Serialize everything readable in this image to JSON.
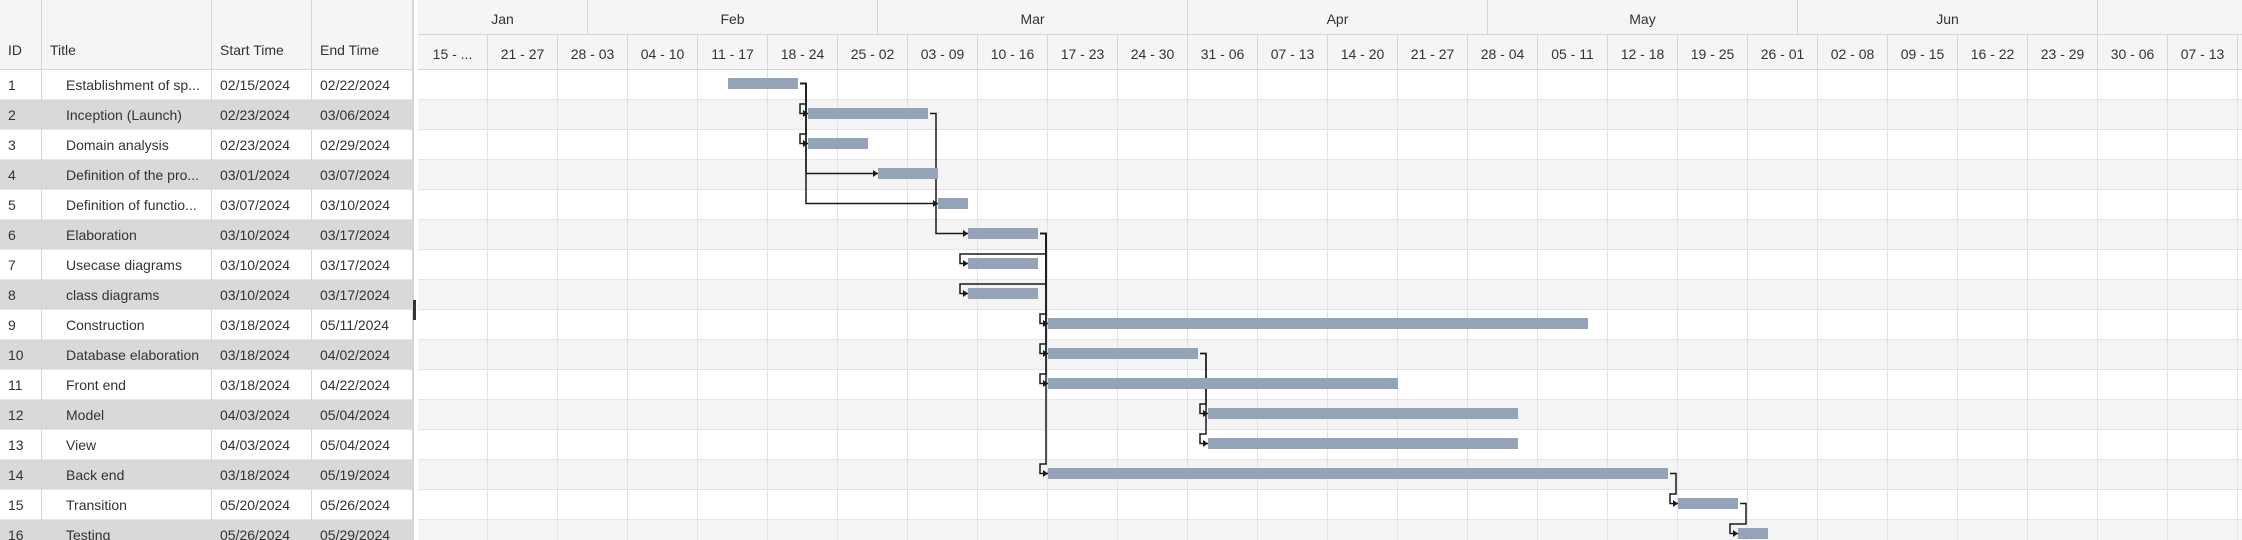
{
  "grid": {
    "columns": {
      "id": "ID",
      "title": "Title",
      "start": "Start Time",
      "end": "End Time"
    }
  },
  "months": [
    "Jan",
    "Feb",
    "Mar",
    "Apr",
    "May",
    "Jun"
  ],
  "weeks": [
    "15 - ...",
    "21 - 27",
    "28 - 03",
    "04 - 10",
    "11 - 17",
    "18 - 24",
    "25 - 02",
    "03 - 09",
    "10 - 16",
    "17 - 23",
    "24 - 30",
    "31 - 06",
    "07 - 13",
    "14 - 20",
    "21 - 27",
    "28 - 04",
    "05 - 11",
    "12 - 18",
    "19 - 25",
    "26 - 01",
    "02 - 08",
    "09 - 15",
    "16 - 22",
    "23 - 29",
    "30 - 06",
    "07 - 13"
  ],
  "tasks": [
    {
      "id": "1",
      "title": "Establishment of sp...",
      "start": "02/15/2024",
      "end": "02/22/2024"
    },
    {
      "id": "2",
      "title": "Inception (Launch)",
      "start": "02/23/2024",
      "end": "03/06/2024"
    },
    {
      "id": "3",
      "title": "Domain analysis",
      "start": "02/23/2024",
      "end": "02/29/2024"
    },
    {
      "id": "4",
      "title": "Definition of the pro...",
      "start": "03/01/2024",
      "end": "03/07/2024"
    },
    {
      "id": "5",
      "title": "Definition of functio...",
      "start": "03/07/2024",
      "end": "03/10/2024"
    },
    {
      "id": "6",
      "title": "Elaboration",
      "start": "03/10/2024",
      "end": "03/17/2024"
    },
    {
      "id": "7",
      "title": "Usecase diagrams",
      "start": "03/10/2024",
      "end": "03/17/2024"
    },
    {
      "id": "8",
      "title": "class diagrams",
      "start": "03/10/2024",
      "end": "03/17/2024"
    },
    {
      "id": "9",
      "title": "Construction",
      "start": "03/18/2024",
      "end": "05/11/2024"
    },
    {
      "id": "10",
      "title": "Database elaboration",
      "start": "03/18/2024",
      "end": "04/02/2024"
    },
    {
      "id": "11",
      "title": "Front end",
      "start": "03/18/2024",
      "end": "04/22/2024"
    },
    {
      "id": "12",
      "title": "Model",
      "start": "04/03/2024",
      "end": "05/04/2024"
    },
    {
      "id": "13",
      "title": "View",
      "start": "04/03/2024",
      "end": "05/04/2024"
    },
    {
      "id": "14",
      "title": "Back end",
      "start": "03/18/2024",
      "end": "05/19/2024"
    },
    {
      "id": "15",
      "title": "Transition",
      "start": "05/20/2024",
      "end": "05/26/2024"
    },
    {
      "id": "16",
      "title": "Testing",
      "start": "05/26/2024",
      "end": "05/29/2024"
    }
  ],
  "links": [
    {
      "from": "1",
      "to": "2"
    },
    {
      "from": "1",
      "to": "3"
    },
    {
      "from": "1",
      "to": "4"
    },
    {
      "from": "1",
      "to": "5"
    },
    {
      "from": "2",
      "to": "6"
    },
    {
      "from": "6",
      "to": "7"
    },
    {
      "from": "6",
      "to": "8"
    },
    {
      "from": "6",
      "to": "9"
    },
    {
      "from": "6",
      "to": "10"
    },
    {
      "from": "6",
      "to": "11"
    },
    {
      "from": "6",
      "to": "14"
    },
    {
      "from": "10",
      "to": "12"
    },
    {
      "from": "10",
      "to": "13"
    },
    {
      "from": "14",
      "to": "15"
    },
    {
      "from": "15",
      "to": "16"
    }
  ],
  "colors": {
    "bar": "#94a3b8",
    "link": "#1a1a1a"
  }
}
